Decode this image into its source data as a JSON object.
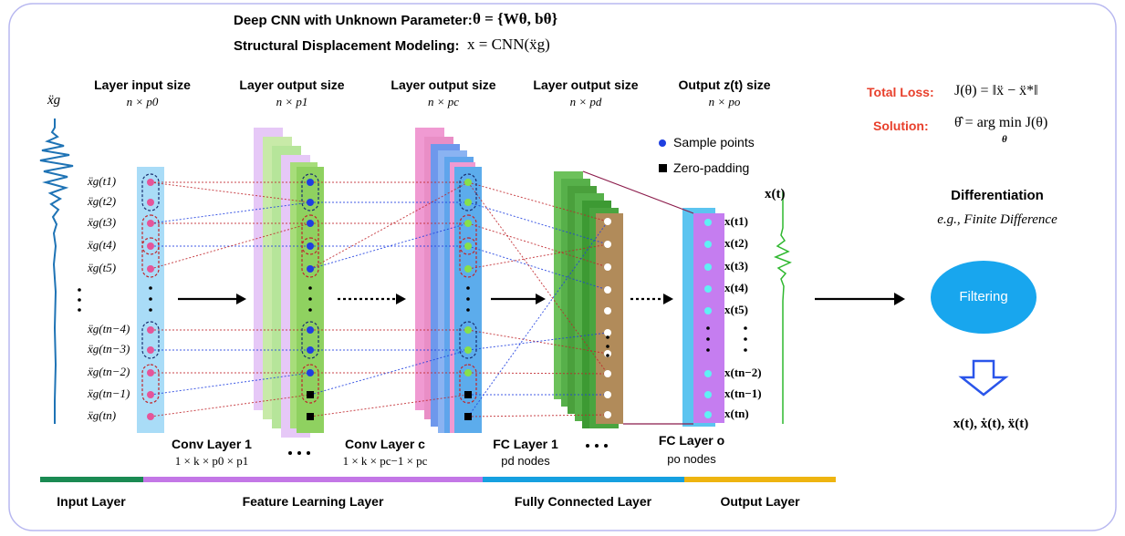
{
  "header": {
    "line1_label": "Deep CNN with Unknown Parameter:",
    "line1_formula": "θ = {Wθ, bθ}",
    "line2_label": "Structural Displacement Modeling:",
    "line2_formula": "x = CNN(ẍg)"
  },
  "input_signal_label": "ẍg",
  "output_signal_label": "x(t)",
  "columns": [
    {
      "title": "Layer input size",
      "size": "n × p0"
    },
    {
      "title": "Layer output size",
      "size": "n × p1"
    },
    {
      "title": "Layer output size",
      "size": "n × pc"
    },
    {
      "title": "Layer output size",
      "size": "n × pd"
    },
    {
      "title": "Output z(t) size",
      "size": "n × po"
    }
  ],
  "input_labels": [
    "ẍg(t1)",
    "ẍg(t2)",
    "ẍg(t3)",
    "ẍg(t4)",
    "ẍg(t5)",
    "ẍg(tn−4)",
    "ẍg(tn−3)",
    "ẍg(tn−2)",
    "ẍg(tn−1)",
    "ẍg(tn)"
  ],
  "output_labels": [
    "x(t1)",
    "x(t2)",
    "x(t3)",
    "x(t4)",
    "x(t5)",
    "x(tn−2)",
    "x(tn−1)",
    "x(tn)"
  ],
  "legend": {
    "sample_points": "Sample points",
    "zero_padding": "Zero-padding"
  },
  "layer_captions": [
    {
      "title": "Conv Layer 1",
      "sub": "1 × k × p0 × p1"
    },
    {
      "title": "Conv Layer c",
      "sub": "1 × k × pc−1 × pc"
    },
    {
      "title": "FC Layer 1",
      "sub": "pd nodes"
    },
    {
      "title": "FC Layer o",
      "sub": "po nodes"
    }
  ],
  "right_panel": {
    "total_loss_label": "Total Loss:",
    "total_loss_formula": "J(θ) = ‖ẍ − ẍ*‖",
    "solution_label": "Solution:",
    "solution_formula": "θ̂ = arg min J(θ)",
    "solution_sub": "θ",
    "differentiation": "Differentiation",
    "differentiation_example": "e.g., Finite Difference",
    "filtering": "Filtering",
    "result": "x(t), ẋ(t), ẍ(t)"
  },
  "bottom_bar": [
    {
      "label": "Input Layer",
      "color": "#1a8a52"
    },
    {
      "label": "Feature Learning Layer",
      "color": "#c377e6"
    },
    {
      "label": "Fully Connected Layer",
      "color": "#16a0e0"
    },
    {
      "label": "Output Layer",
      "color": "#eeb410"
    }
  ],
  "colors": {
    "frame": "#b8b8f0",
    "input_strip": "#a9dcf7",
    "node_pink": "#e5559a",
    "node_blue": "#1f3fe0",
    "node_green": "#86e04a",
    "node_cyan": "#5ff0f5",
    "filter": "#18a6ee",
    "arrow_blue": "#2a55ea"
  }
}
